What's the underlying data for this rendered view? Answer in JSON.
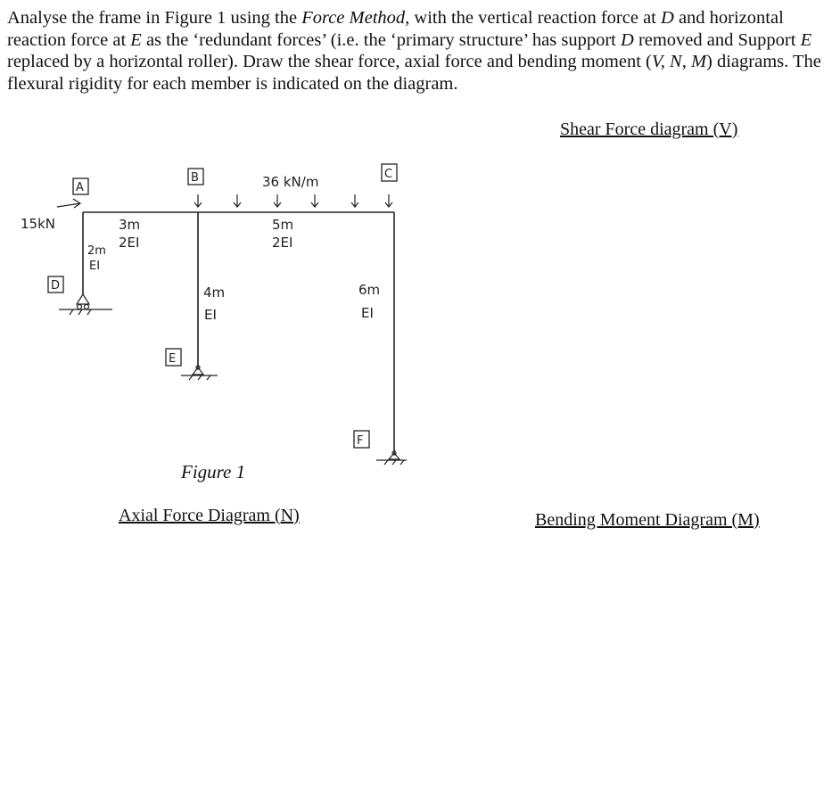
{
  "question": {
    "t1": "Analyse the frame in Figure 1 using the ",
    "method": "Force Method",
    "t2": ", with the vertical reaction force at ",
    "d1": "D",
    "t3": " and horizontal reaction force at ",
    "e1": "E",
    "t4": " as the ‘redundant forces’ (i.e. the ‘primary structure’ has support ",
    "d2": "D",
    "t5": " removed and Support ",
    "e2": "E",
    "t6": " replaced by a horizontal roller). Draw the shear force, axial force and bending moment (",
    "vnm": "V, N, M",
    "t7": ") diagrams. The flexural rigidity for each member is indicated on the diagram."
  },
  "captions": {
    "shear": "Shear Force diagram (V)",
    "axial": "Axial Force Diagram (N)",
    "moment": "Bending Moment Diagram (M)"
  },
  "figure": {
    "label": "Figure 1",
    "nodes": {
      "A": "A",
      "B": "B",
      "C": "C",
      "D": "D",
      "E": "E",
      "F": "F"
    },
    "loads": {
      "point_load": "15kN",
      "udl": "36 kN/m"
    },
    "members": {
      "AB_length": "3m",
      "AB_rigidity": "2EI",
      "DA_length": "2m",
      "DA_rigidity": "EI",
      "BC_length": "5m",
      "BC_rigidity": "2EI",
      "BE_length": "4m",
      "BE_rigidity": "EI",
      "CF_length": "6m",
      "CF_rigidity": "EI"
    },
    "colors": {
      "ink": "#222222"
    }
  }
}
